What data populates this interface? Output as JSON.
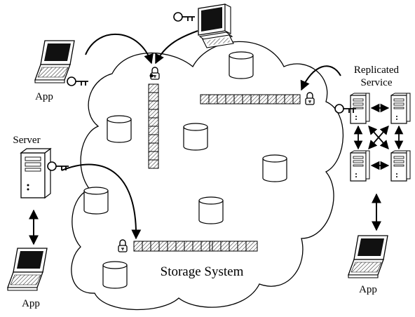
{
  "labels": {
    "app_top_left": "App",
    "server": "Server",
    "app_bottom_left": "App",
    "replicated_service": [
      "Replicated",
      "Service"
    ],
    "storage_system": "Storage System",
    "app_right": "App"
  },
  "colors": {
    "stroke": "#000000",
    "background": "#ffffff",
    "device_fill": "#ffffff",
    "screen_fill": "#111111"
  },
  "icons": [
    "key-icon",
    "lock-icon",
    "laptop-icon",
    "desktop-computer-icon",
    "tower-server-icon",
    "database-cylinder-icon",
    "cloud-shape"
  ]
}
